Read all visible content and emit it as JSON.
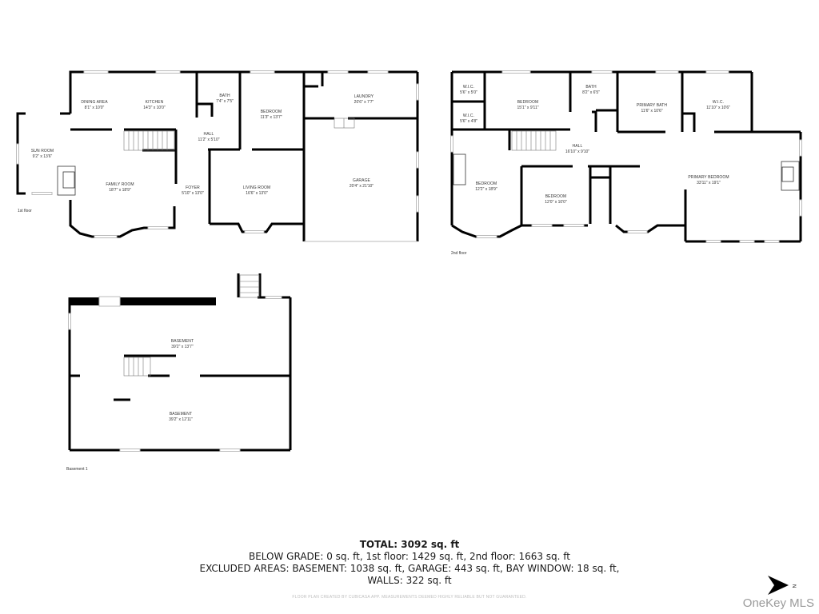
{
  "floors": {
    "first": {
      "label": "1st floor",
      "rooms": [
        {
          "name": "SUN ROOM",
          "dim": "9'2\" x 13'6\""
        },
        {
          "name": "DINING AREA",
          "dim": "8'1\" x 10'0\""
        },
        {
          "name": "KITCHEN",
          "dim": "14'3\" x 10'0\""
        },
        {
          "name": "BATH",
          "dim": "7'4\" x 7'5\""
        },
        {
          "name": "HALL",
          "dim": "11'2\" x 5'10\""
        },
        {
          "name": "BEDROOM",
          "dim": "11'3\" x 13'7\""
        },
        {
          "name": "LAUNDRY",
          "dim": "20'6\" x 7'7\""
        },
        {
          "name": "FAMILY ROOM",
          "dim": "18'7\" x 18'9\""
        },
        {
          "name": "FOYER",
          "dim": "5'10\" x 13'0\""
        },
        {
          "name": "LIVING ROOM",
          "dim": "16'6\" x 13'0\""
        },
        {
          "name": "GARAGE",
          "dim": "20'4\" x 21'10\""
        }
      ]
    },
    "second": {
      "label": "2nd floor",
      "rooms": [
        {
          "name": "W.I.C.",
          "dim": "5'6\" x 5'0\""
        },
        {
          "name": "W.I.C.",
          "dim": "5'6\" x 4'8\""
        },
        {
          "name": "BEDROOM",
          "dim": "15'1\" x 9'11\""
        },
        {
          "name": "BATH",
          "dim": "8'2\" x 6'5\""
        },
        {
          "name": "PRIMARY BATH",
          "dim": "11'6\" x 10'6\""
        },
        {
          "name": "W.I.C.",
          "dim": "11'10\" x 10'6\""
        },
        {
          "name": "HALL",
          "dim": "16'10\" x 9'10\""
        },
        {
          "name": "BEDROOM",
          "dim": "12'2\" x 18'9\""
        },
        {
          "name": "BEDROOM",
          "dim": "12'0\" x 10'0\""
        },
        {
          "name": "PRIMARY BEDROOM",
          "dim": "33'11\" x 19'1\""
        }
      ]
    },
    "basement": {
      "label": "Basement 1",
      "rooms": [
        {
          "name": "BASEMENT",
          "dim": "39'2\" x 13'7\""
        },
        {
          "name": "BASEMENT",
          "dim": "39'2\" x 12'11\""
        }
      ]
    }
  },
  "summary": {
    "total": "TOTAL: 3092 sq. ft",
    "line1": "BELOW GRADE: 0 sq. ft, 1st floor: 1429 sq. ft, 2nd floor: 1663 sq. ft",
    "line2": "EXCLUDED AREAS: BASEMENT: 1038 sq. ft, GARAGE: 443 sq. ft, BAY WINDOW: 18 sq. ft,",
    "line3": "WALLS: 322 sq. ft"
  },
  "disclaimer": "FLOOR PLAN CREATED BY CUBICASA APP. MEASUREMENTS DEEMED HIGHLY RELIABLE BUT NOT GUARANTEED.",
  "compass": {
    "icon": "north-arrow-icon",
    "letter": "N"
  },
  "watermark": "OneKey MLS",
  "colors": {
    "wall": "#000000",
    "window": "#cfcfcf",
    "text": "#333333",
    "watermark": "#9a9a9a"
  }
}
